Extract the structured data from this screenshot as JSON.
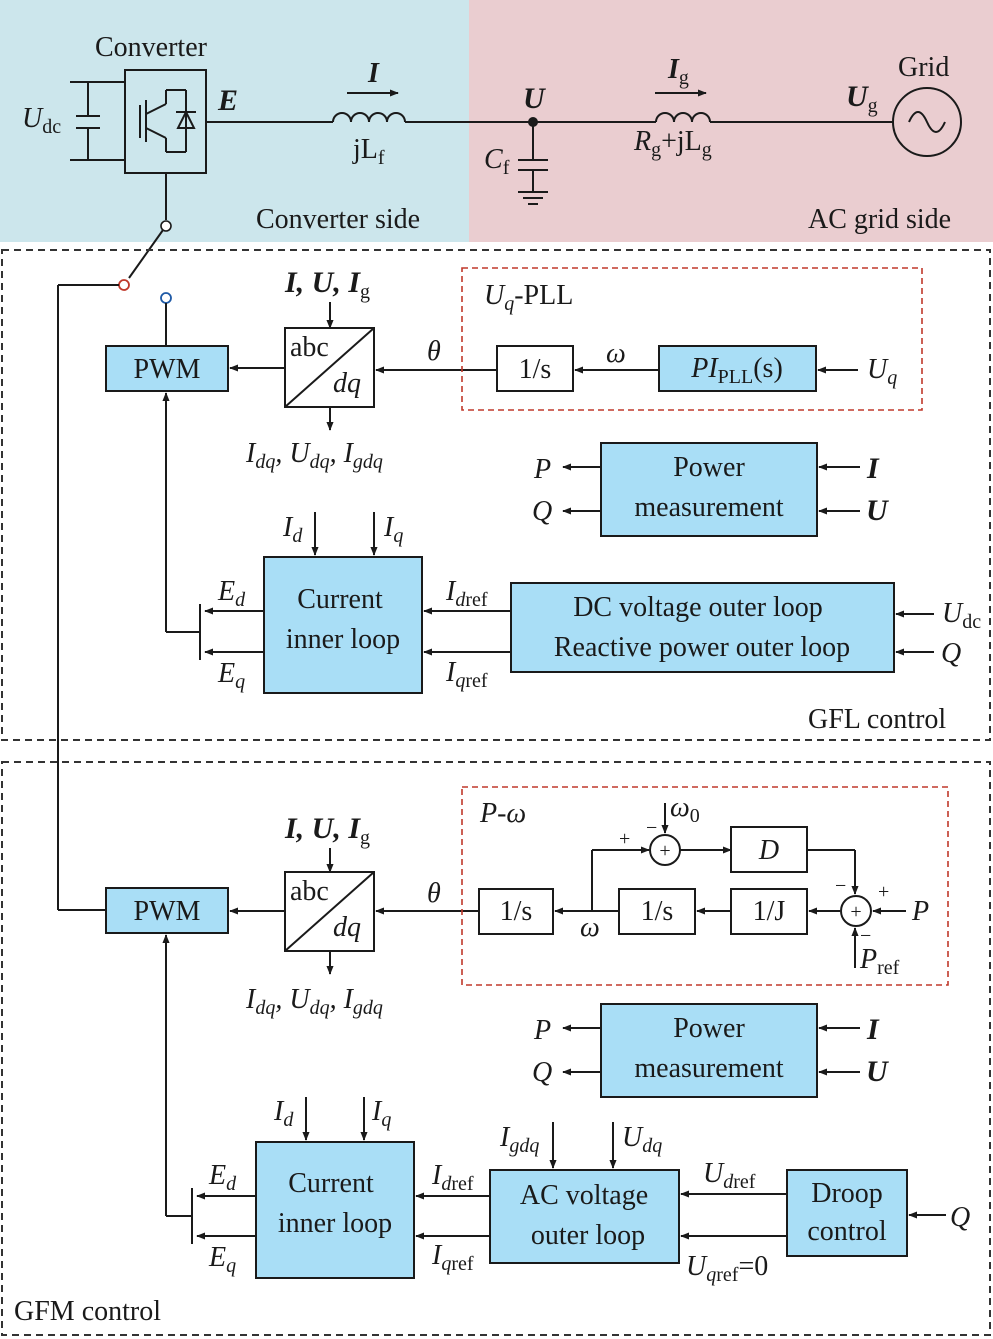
{
  "top": {
    "converter_title": "Converter",
    "converter_side": "Converter side",
    "grid_side": "AC grid side",
    "grid_label": "Grid",
    "udc": "U",
    "udc_sub": "dc",
    "e": "E",
    "i": "I",
    "jlf": "jL",
    "jlf_sub": "f",
    "u": "U",
    "ig": "I",
    "ig_sub": "g",
    "rg": "R",
    "rg_sub": "g",
    "plus_jl": "+jL",
    "lg_sub": "g",
    "cf": "C",
    "cf_sub": "f",
    "ug": "U",
    "ug_sub": "g",
    "colors": {
      "converter_bg": "#cce6ec",
      "grid_bg": "#eacdd0",
      "block_fill": "#a9def6",
      "pll_border": "#c0392b"
    }
  },
  "gfl": {
    "section_label": "GFL control",
    "pwm": "PWM",
    "abc": "abc",
    "dq": "dq",
    "inputs_main": "I, U, I",
    "inputs_sub": "g",
    "outputs": "I",
    "outputs_sub1": "dq",
    "outputs_u": ", U",
    "outputs_sub2": "dq",
    "outputs_i": ", I",
    "outputs_sub3": "gdq",
    "theta": "θ",
    "pll_title_u": "U",
    "pll_title_sub": "q",
    "pll_title_rest": "-PLL",
    "integrator": "1/s",
    "omega": "ω",
    "pi": "PI",
    "pi_sub": "PLL",
    "pi_rest": "(s)",
    "uq_in": "U",
    "uq_sub": "q",
    "power_l1": "Power",
    "power_l2": "measurement",
    "p": "P",
    "q": "Q",
    "pm_i": "I",
    "pm_u": "U",
    "id": "I",
    "id_sub": "d",
    "iq": "I",
    "iq_sub": "q",
    "cil_l1": "Current",
    "cil_l2": "inner loop",
    "ed": "E",
    "ed_sub": "d",
    "eq": "E",
    "eq_sub": "q",
    "idref": "I",
    "idref_sub_d": "d",
    "idref_sub": "ref",
    "iqref": "I",
    "iqref_sub_q": "q",
    "iqref_sub": "ref",
    "outer_l1": "DC voltage outer loop",
    "outer_l2": "Reactive power outer loop",
    "udc_in": "U",
    "udc_in_sub": "dc",
    "q_in": "Q"
  },
  "gfm": {
    "section_label": "GFM control",
    "pwm": "PWM",
    "abc": "abc",
    "dq": "dq",
    "inputs_main": "I, U, I",
    "inputs_sub": "g",
    "outputs": "I",
    "outputs_sub1": "dq",
    "outputs_u": ", U",
    "outputs_sub2": "dq",
    "outputs_i": ", I",
    "outputs_sub3": "gdq",
    "theta": "θ",
    "pw_title": "P-ω",
    "integrator1": "1/s",
    "integrator2": "1/s",
    "inv_j": "1/J",
    "d": "D",
    "omega": "ω",
    "omega0": "ω",
    "omega0_sub": "0",
    "p_in": "P",
    "pref": "P",
    "pref_sub": "ref",
    "plus": "+",
    "minus": "−",
    "power_l1": "Power",
    "power_l2": "measurement",
    "p": "P",
    "q": "Q",
    "pm_i": "I",
    "pm_u": "U",
    "id": "I",
    "id_sub": "d",
    "iq": "I",
    "iq_sub": "q",
    "cil_l1": "Current",
    "cil_l2": "inner loop",
    "ed": "E",
    "ed_sub": "d",
    "eq": "E",
    "eq_sub": "q",
    "idref": "I",
    "idref_sub_d": "d",
    "idref_sub": "ref",
    "iqref": "I",
    "iqref_sub_q": "q",
    "iqref_sub": "ref",
    "igdq": "I",
    "igdq_sub": "gdq",
    "udq": "U",
    "udq_sub": "dq",
    "acv_l1": "AC voltage",
    "acv_l2": "outer loop",
    "udref": "U",
    "udref_sub_d": "d",
    "udref_sub": "ref",
    "uqref": "U",
    "uqref_sub_q": "q",
    "uqref_sub": "ref",
    "uqref_val": "=0",
    "droop_l1": "Droop",
    "droop_l2": "control",
    "q_in": "Q"
  }
}
